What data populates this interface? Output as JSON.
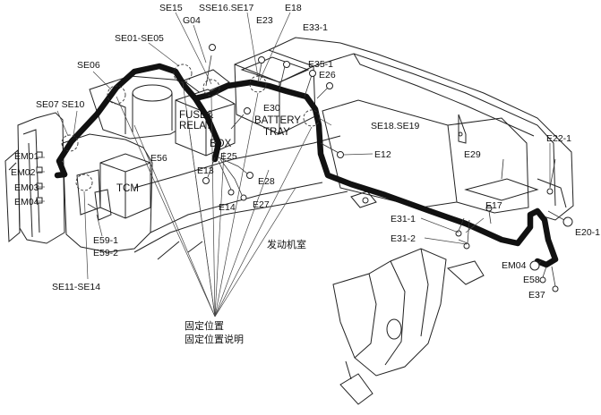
{
  "diagram": {
    "labels": {
      "se15": "SE15",
      "sse16_se17": "SSE16.SE17",
      "e23": "E23",
      "e18": "E18",
      "g04": "G04",
      "e33_1": "E33-1",
      "se01_se05": "SE01-SE05",
      "se06": "SE06",
      "e35_1": "E35-1",
      "e26": "E26",
      "se07_se10": "SE07 SE10",
      "fuse_relay_box_1": "FUSE&",
      "fuse_relay_box_2": "RELAY",
      "fuse_relay_box_3": "BOX",
      "e30": "E30",
      "battery": "BATTERY",
      "tray": "TRAY",
      "se18_se19": "SE18.SE19",
      "em01": "EM01",
      "em02": "EM02",
      "em03": "EM03",
      "em04": "EM04",
      "e56": "E56",
      "e25": "E25",
      "e13": "E13",
      "e12": "E12",
      "e22_1": "E22-1",
      "e29": "E29",
      "tcm": "TCM",
      "e28": "E28",
      "e14": "E14",
      "e27": "E27",
      "e17": "E17",
      "e31_1": "E31-1",
      "e31_2": "E31-2",
      "e20_1": "E20-1",
      "em04_right": "EM04",
      "e58": "E58",
      "e37": "E37",
      "e59_1": "E59-1",
      "e59_2": "E59-2",
      "se11_se14": "SE11-SE14",
      "engine_room": "发动机室",
      "fixing_position": "固定位置",
      "fixing_position_note": "固定位置说明"
    }
  }
}
